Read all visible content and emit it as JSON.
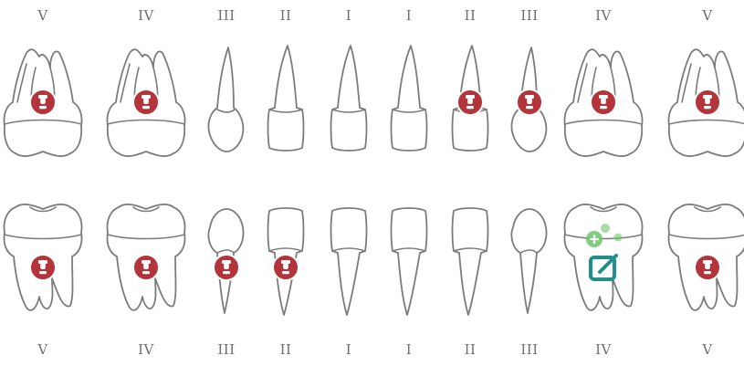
{
  "colors": {
    "outline": "#7c7c7c",
    "alert": "#b3343a",
    "treatment_green": "#6cc56a",
    "edit_teal": "#1f8f8c",
    "numeral": "#6f6f6f"
  },
  "upper": {
    "teeth": [
      {
        "numeral": "V",
        "type": "molar",
        "status": "alert"
      },
      {
        "numeral": "IV",
        "type": "molar",
        "status": "alert"
      },
      {
        "numeral": "III",
        "type": "canine",
        "status": "none"
      },
      {
        "numeral": "II",
        "type": "incisor",
        "status": "none"
      },
      {
        "numeral": "I",
        "type": "incisor",
        "status": "none"
      },
      {
        "numeral": "I",
        "type": "incisor",
        "status": "none"
      },
      {
        "numeral": "II",
        "type": "incisor",
        "status": "alert"
      },
      {
        "numeral": "III",
        "type": "canine",
        "status": "alert"
      },
      {
        "numeral": "IV",
        "type": "molar",
        "status": "alert"
      },
      {
        "numeral": "V",
        "type": "molar",
        "status": "alert"
      }
    ]
  },
  "lower": {
    "teeth": [
      {
        "numeral": "V",
        "type": "molar",
        "status": "alert"
      },
      {
        "numeral": "IV",
        "type": "molar",
        "status": "alert"
      },
      {
        "numeral": "III",
        "type": "canine",
        "status": "alert"
      },
      {
        "numeral": "II",
        "type": "incisor",
        "status": "alert"
      },
      {
        "numeral": "I",
        "type": "incisor",
        "status": "none"
      },
      {
        "numeral": "I",
        "type": "incisor",
        "status": "none"
      },
      {
        "numeral": "II",
        "type": "incisor",
        "status": "none"
      },
      {
        "numeral": "III",
        "type": "canine",
        "status": "none"
      },
      {
        "numeral": "IV",
        "type": "molar",
        "status": "treatment-edit"
      },
      {
        "numeral": "V",
        "type": "molar",
        "status": "alert"
      }
    ]
  },
  "icons": {
    "alert": "exclamation-badge-icon",
    "treatment": "plus-bubbles-icon",
    "edit": "edit-icon"
  }
}
